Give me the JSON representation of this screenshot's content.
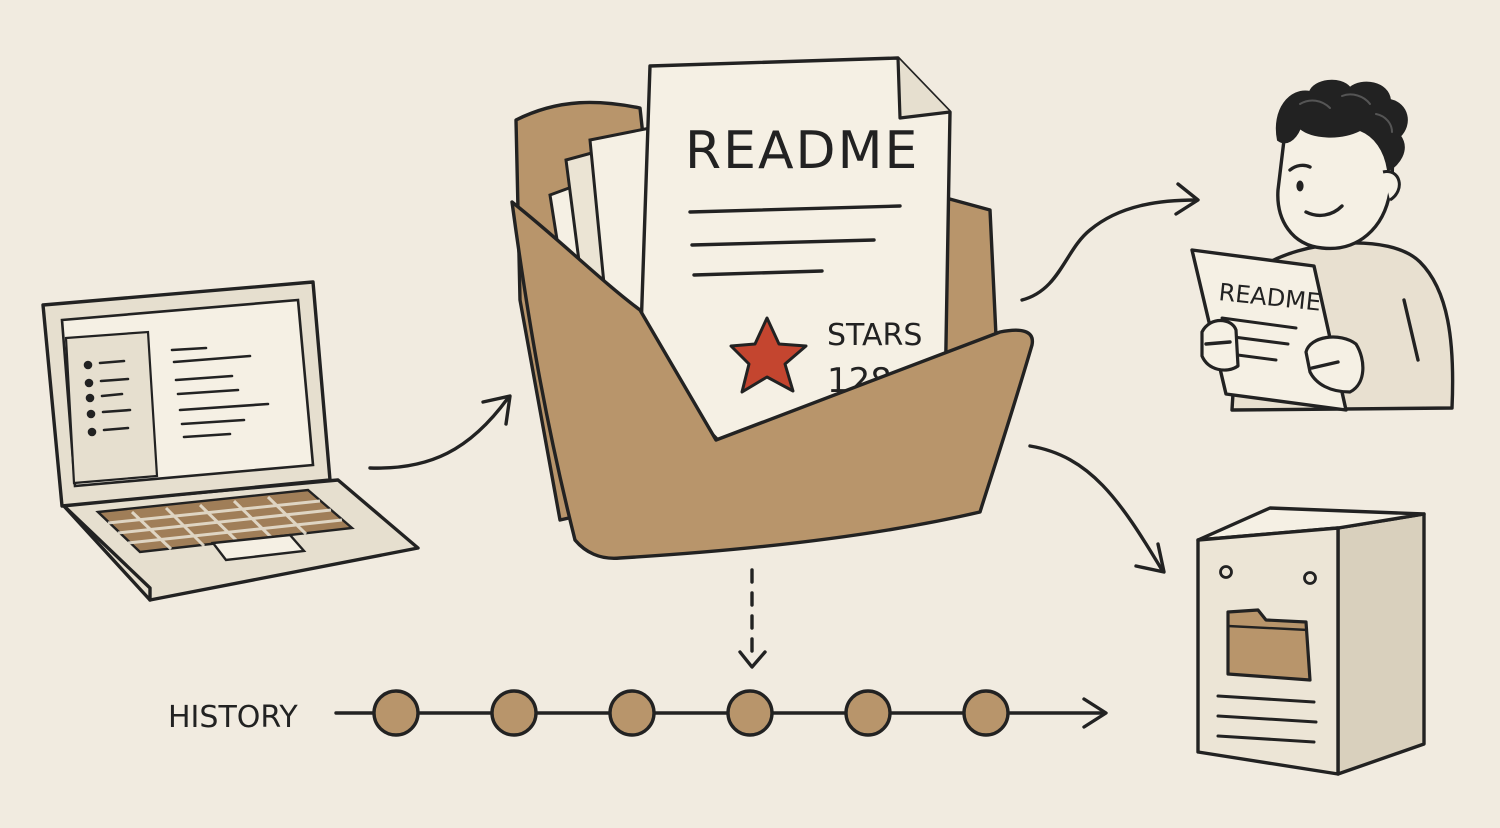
{
  "colors": {
    "background": "#f1ebe0",
    "ink": "#222222",
    "folder": "#b8956b",
    "paper": "#f5f0e4",
    "paper_shade": "#e6dfcf",
    "star": "#c4452f",
    "history_node": "#b8956b"
  },
  "icons": [
    "laptop-icon",
    "folder-icon",
    "readme-document-icon",
    "star-icon",
    "person-reading-icon",
    "server-icon"
  ],
  "readme": {
    "title": "README",
    "stars_label": "STARS",
    "stars_count": "128"
  },
  "reader": {
    "document_title": "README"
  },
  "timeline": {
    "label": "HISTORY",
    "node_count": 6
  }
}
